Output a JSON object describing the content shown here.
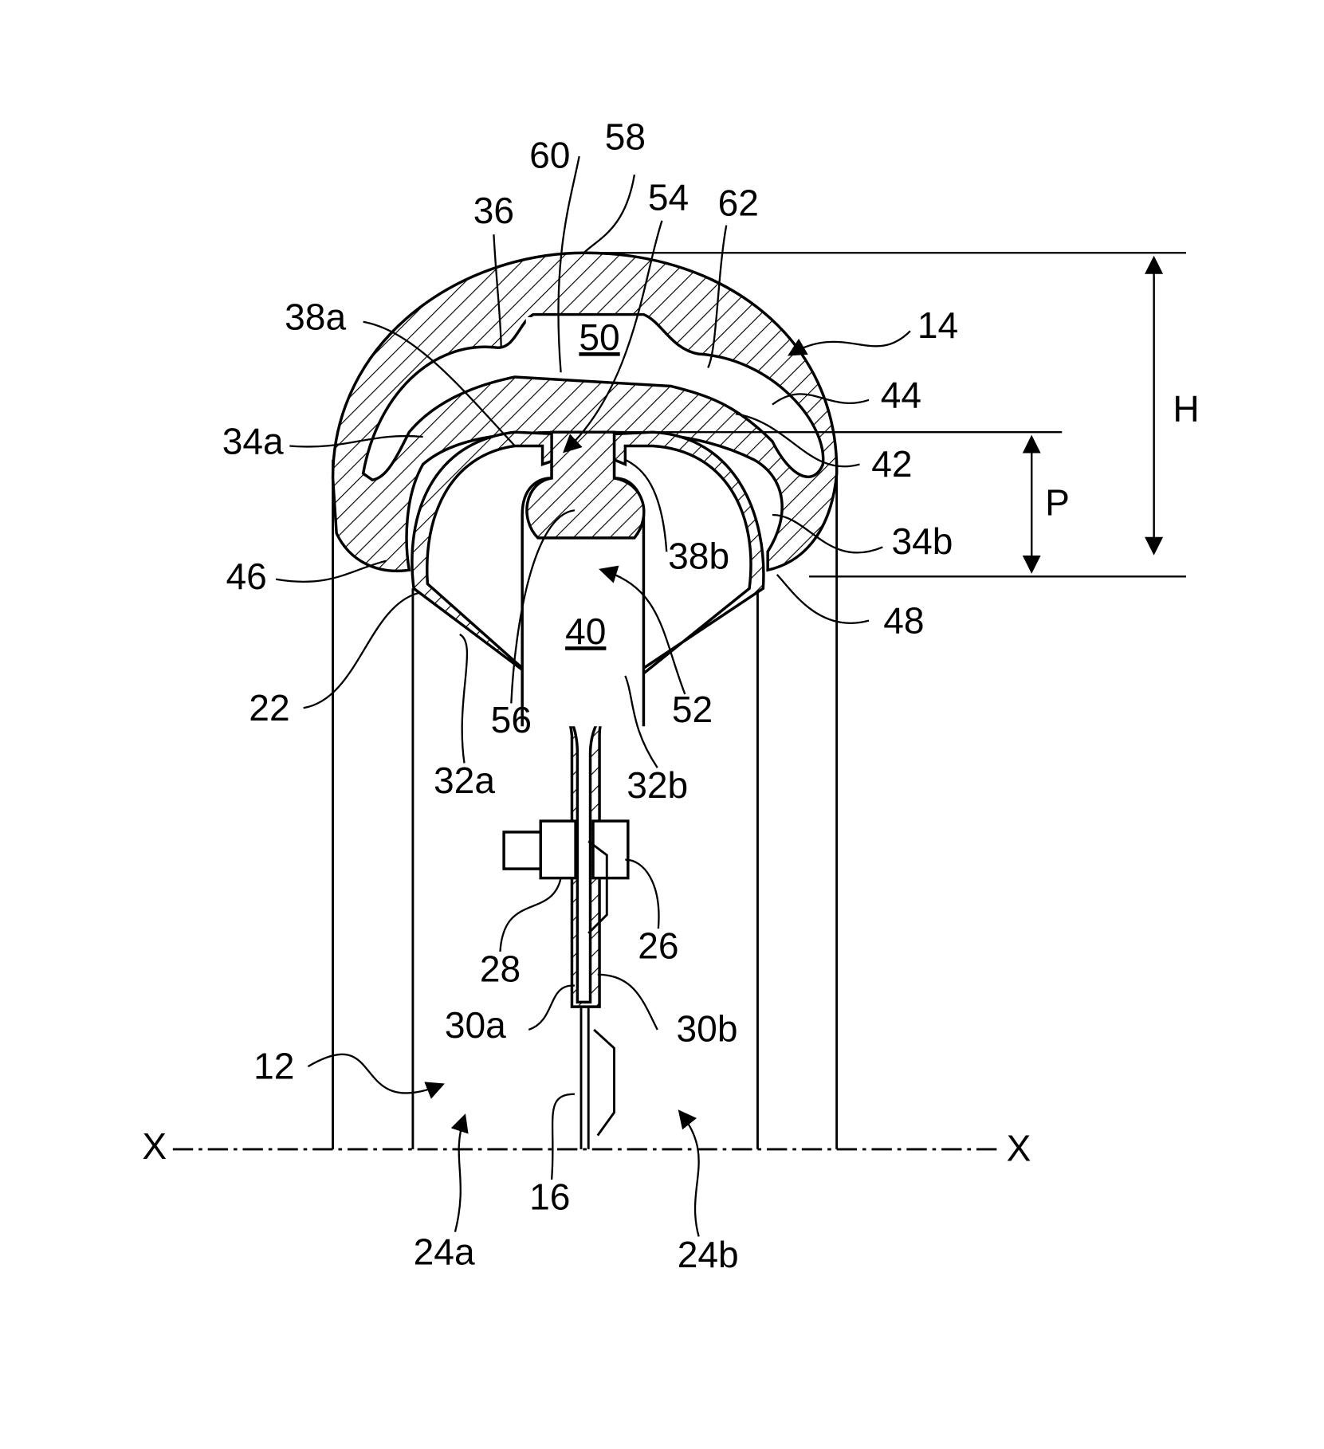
{
  "figure": {
    "labels": {
      "l58": "58",
      "l60": "60",
      "l54": "54",
      "l62": "62",
      "l36": "36",
      "l38a": "38a",
      "l50": "50",
      "l14": "14",
      "l44": "44",
      "l34a": "34a",
      "l42": "42",
      "l38b": "38b",
      "l34b": "34b",
      "l46": "46",
      "lP": "P",
      "lH": "H",
      "l48": "48",
      "l40": "40",
      "l22": "22",
      "l56": "56",
      "l52": "52",
      "l32a": "32a",
      "l32b": "32b",
      "l28": "28",
      "l26": "26",
      "l30a": "30a",
      "l30b": "30b",
      "l12": "12",
      "lXleft": "X",
      "lXright": "X",
      "l16": "16",
      "l24a": "24a",
      "l24b": "24b"
    }
  }
}
